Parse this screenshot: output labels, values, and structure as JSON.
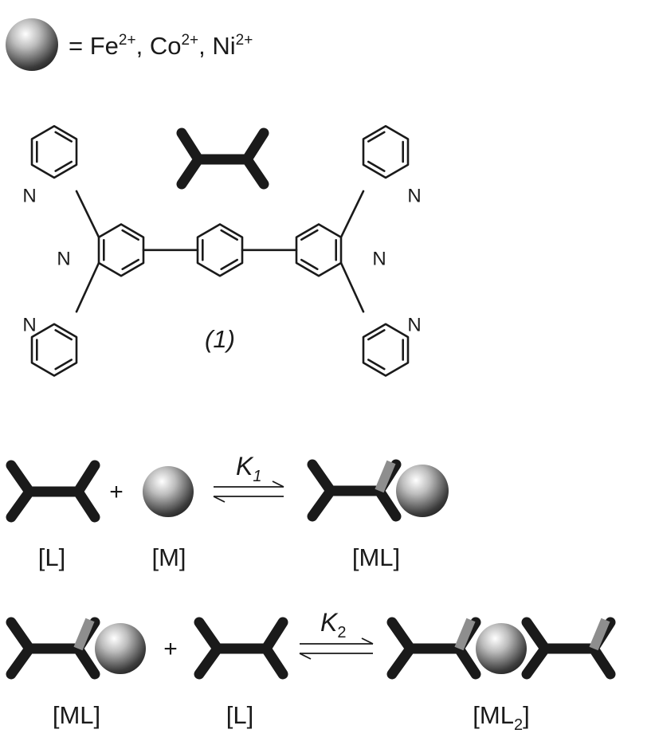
{
  "legend": {
    "equals": "= ",
    "ions": [
      {
        "symbol": "Fe",
        "charge": "2+"
      },
      {
        "symbol": "Co",
        "charge": "2+"
      },
      {
        "symbol": "Ni",
        "charge": "2+"
      }
    ],
    "separator": ", "
  },
  "structure": {
    "label": "(1)",
    "n_atom": "N"
  },
  "reaction1": {
    "plus": "+",
    "constant_symbol": "K",
    "constant_sub": "1",
    "reactant1_label": "[L]",
    "reactant2_label": "[M]",
    "product_label": "[ML]"
  },
  "reaction2": {
    "plus": "+",
    "constant_symbol": "K",
    "constant_sub": "2",
    "reactant1_label": "[ML]",
    "reactant2_label": "[L]",
    "product_label_main": "[ML",
    "product_label_sub": "2",
    "product_label_end": "]"
  }
}
